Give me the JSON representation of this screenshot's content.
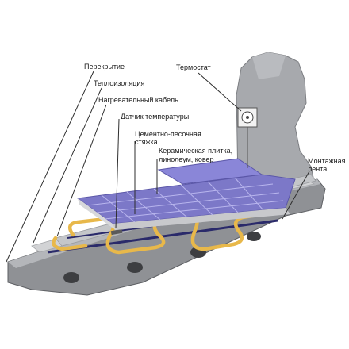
{
  "labels": {
    "slab": "Перекрытие",
    "insulation": "Теплоизоляция",
    "heating_cable": "Нагревательный кабель",
    "temperature_sensor": "Датчик температуры",
    "screed_line1": "Цементно-песочная",
    "screed_line2": "стяжка",
    "tile_line1": "Керамическая плитка,",
    "tile_line2": "линолеум, ковер",
    "thermostat": "Термостат",
    "tape_line1": "Монтажная",
    "tape_line2": "лента"
  },
  "colors": {
    "concrete": "#9c9ea2",
    "concrete_dark": "#6e7074",
    "tile": "#8a86d8",
    "tile_grid": "#b9b6ee",
    "insulation": "#d9dadb",
    "cable": "#e8b84a",
    "tape": "#2a2a6a",
    "leader_line": "#2e2e2e"
  }
}
